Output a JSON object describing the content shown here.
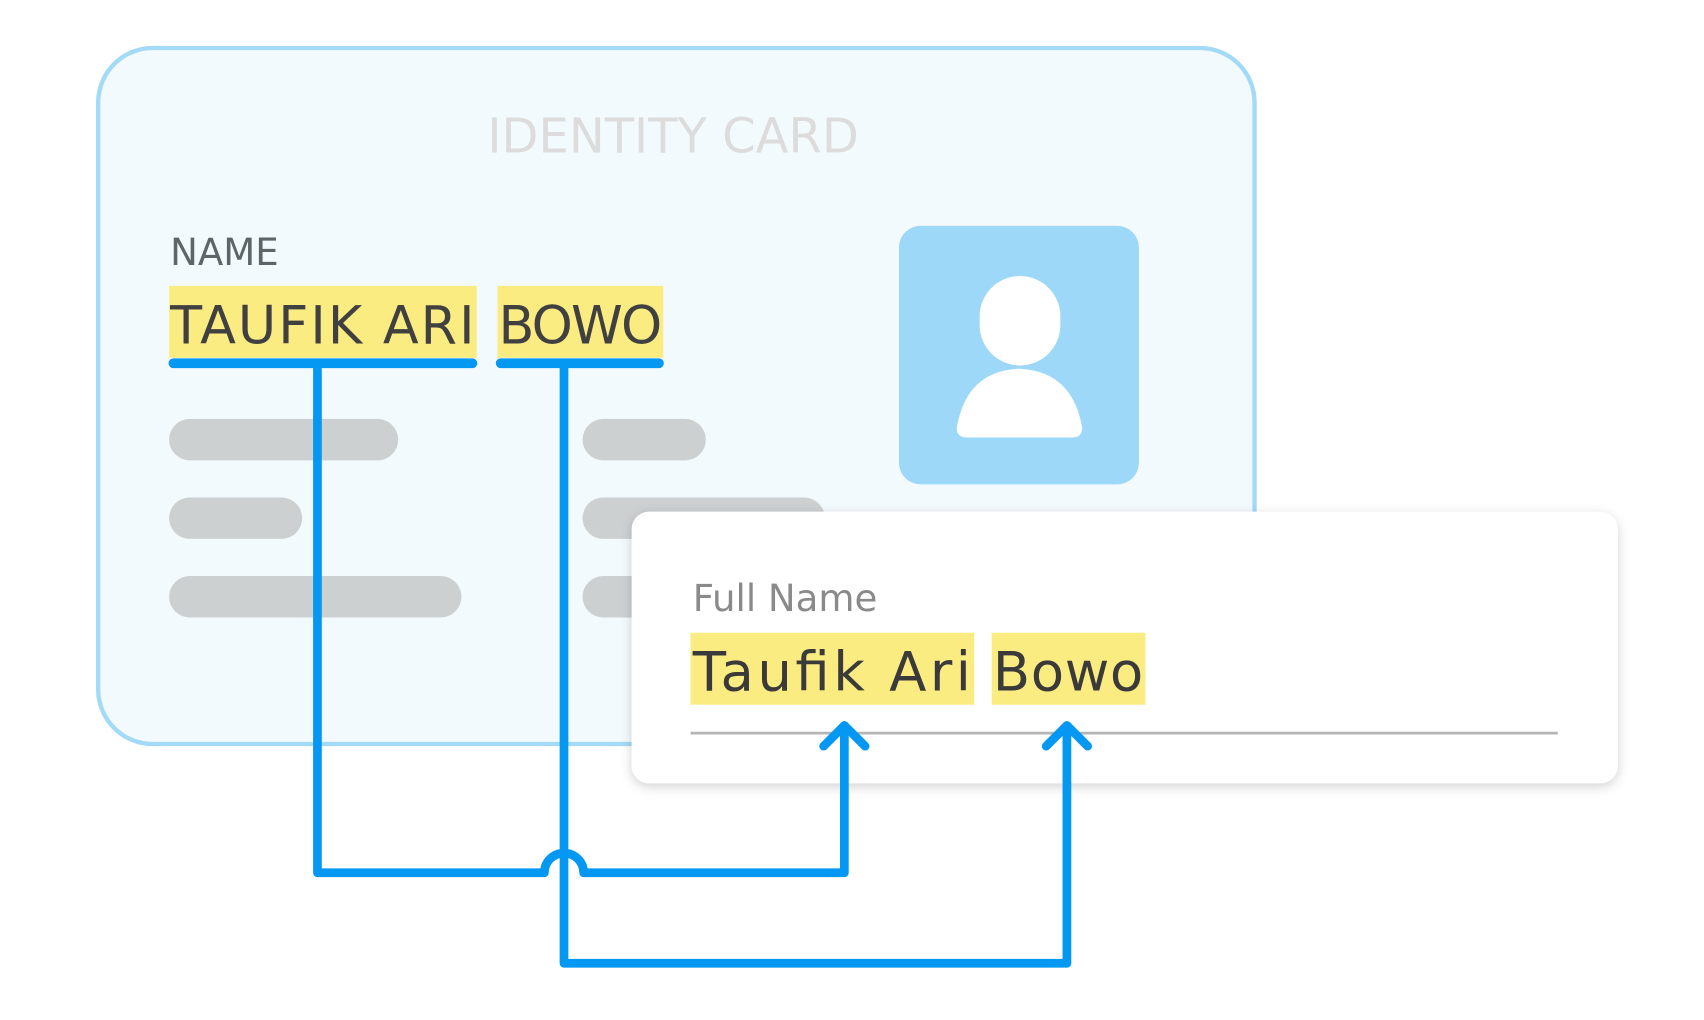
{
  "id_card": {
    "title": "IDENTITY CARD",
    "name_label": "NAME",
    "name_part1": "TAUFIK ARI",
    "name_part2": "BOWO",
    "photo_icon": "person-icon"
  },
  "form": {
    "field_label": "Full Name",
    "value_part1": "Taufik Ari",
    "value_part2": "Bowo"
  },
  "colors": {
    "connector": "#0598f2",
    "highlight": "#fbec82",
    "card_bg": "#f3fafd",
    "card_border": "#a3daf8",
    "photo_bg": "#9dd8f8",
    "placeholder": "#ccd0d1"
  }
}
